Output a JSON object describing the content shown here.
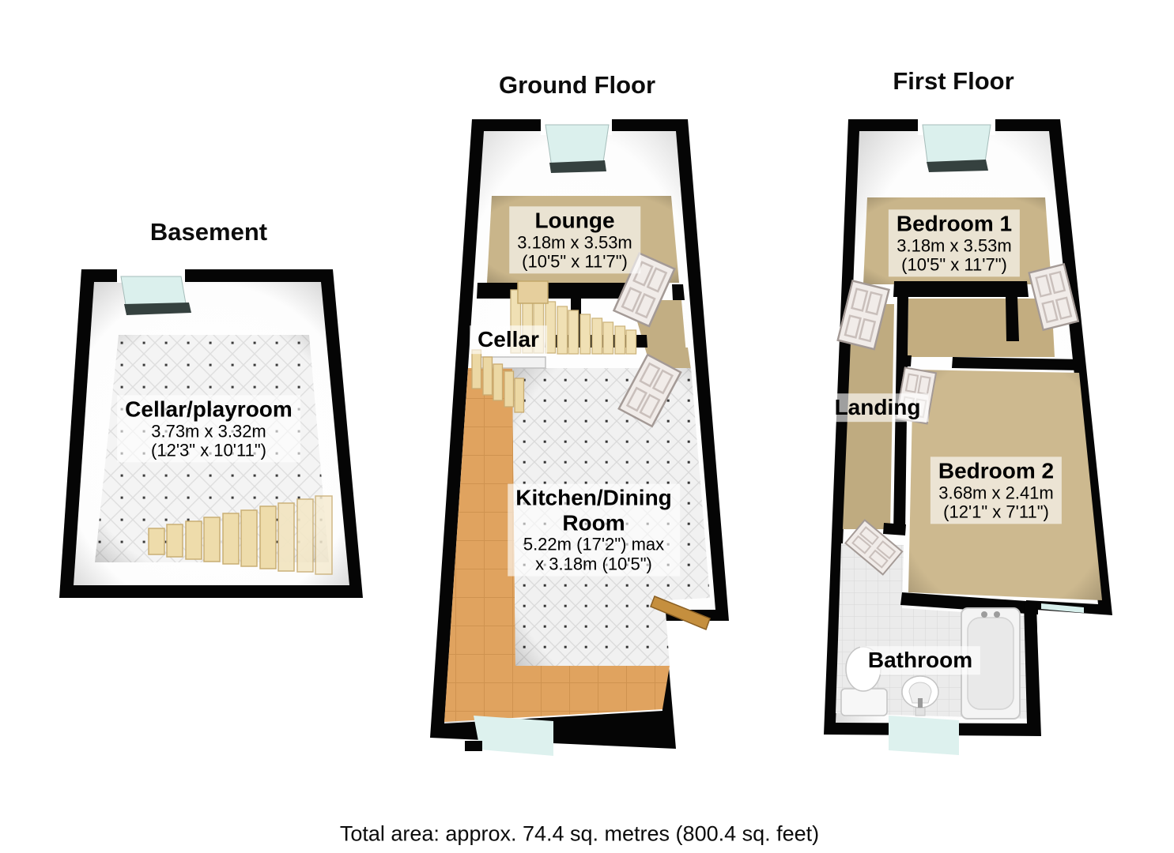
{
  "floors": {
    "basement": {
      "title": "Basement",
      "cellar_playroom": {
        "name": "Cellar/playroom",
        "dim_metric": "3.73m x 3.32m",
        "dim_imperial": "(12'3\" x 10'11\")"
      }
    },
    "ground": {
      "title": "Ground Floor",
      "lounge": {
        "name": "Lounge",
        "dim_metric": "3.18m x 3.53m",
        "dim_imperial": "(10'5\" x 11'7\")"
      },
      "cellar": {
        "name": "Cellar"
      },
      "kitchen": {
        "name_line1": "Kitchen/Dining",
        "name_line2": "Room",
        "dim_line1": "5.22m (17'2\") max",
        "dim_line2": "x 3.18m (10'5\")"
      }
    },
    "first": {
      "title": "First Floor",
      "bedroom1": {
        "name": "Bedroom 1",
        "dim_metric": "3.18m x 3.53m",
        "dim_imperial": "(10'5\" x 11'7\")"
      },
      "landing": {
        "name": "Landing"
      },
      "bedroom2": {
        "name": "Bedroom 2",
        "dim_metric": "3.68m x 2.41m",
        "dim_imperial": "(12'1\" x 7'11\")"
      },
      "bathroom": {
        "name": "Bathroom"
      }
    }
  },
  "footer": {
    "total_area": "Total area: approx. 74.4 sq. metres (800.4 sq. feet)"
  },
  "colors": {
    "wall": "#000000",
    "carpet": "#c9b58a",
    "landing_carpet": "#bfab80",
    "counter": "#e0a35f",
    "stairs": "#eedcab",
    "window": "#d8efec",
    "tile_floor": "#f2f2f2",
    "bath_tile": "#ebebeb",
    "label_bg": "rgba(255,255,255,0.62)"
  }
}
